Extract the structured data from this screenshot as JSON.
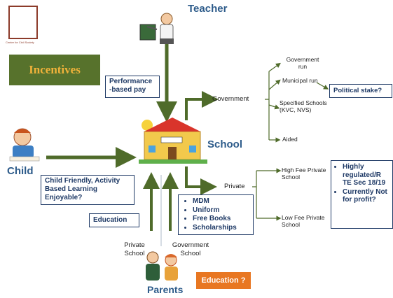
{
  "logo": {
    "caption": "Centre for Civil Society"
  },
  "incentives": "Incentives",
  "teacher": "Teacher",
  "school": "School",
  "child": "Child",
  "parents": "Parents",
  "performance_box": "Performance -based pay",
  "government_label": "Government",
  "private_label": "Private",
  "gov_types": {
    "government_run": "Government run",
    "municipal_run": "Municipal run",
    "specified": "Specified Schools (KVC, NVS)",
    "aided": "Aided"
  },
  "political_stake": "Political stake?",
  "high_fee": "High Fee Private School",
  "low_fee": "Low Fee Private School",
  "private_notes": [
    "Highly regulated/R TE Sec 18/19",
    "Currently Not for profit?"
  ],
  "child_box": "Child Friendly, Activity Based Learning Enjoyable?",
  "education_box": "Education",
  "schemes": [
    "MDM",
    "Uniform",
    "Free Books",
    "Scholarships"
  ],
  "private_school": "Private School",
  "government_school": "Government School",
  "education_question": "Education ?",
  "colors": {
    "arrow": "#4f6b2a",
    "box_border": "#1f3a66",
    "heading": "#2d5b8a",
    "incentives_bg": "#57722c",
    "incentives_text": "#f0b23a",
    "edu_bg": "#e87722"
  }
}
